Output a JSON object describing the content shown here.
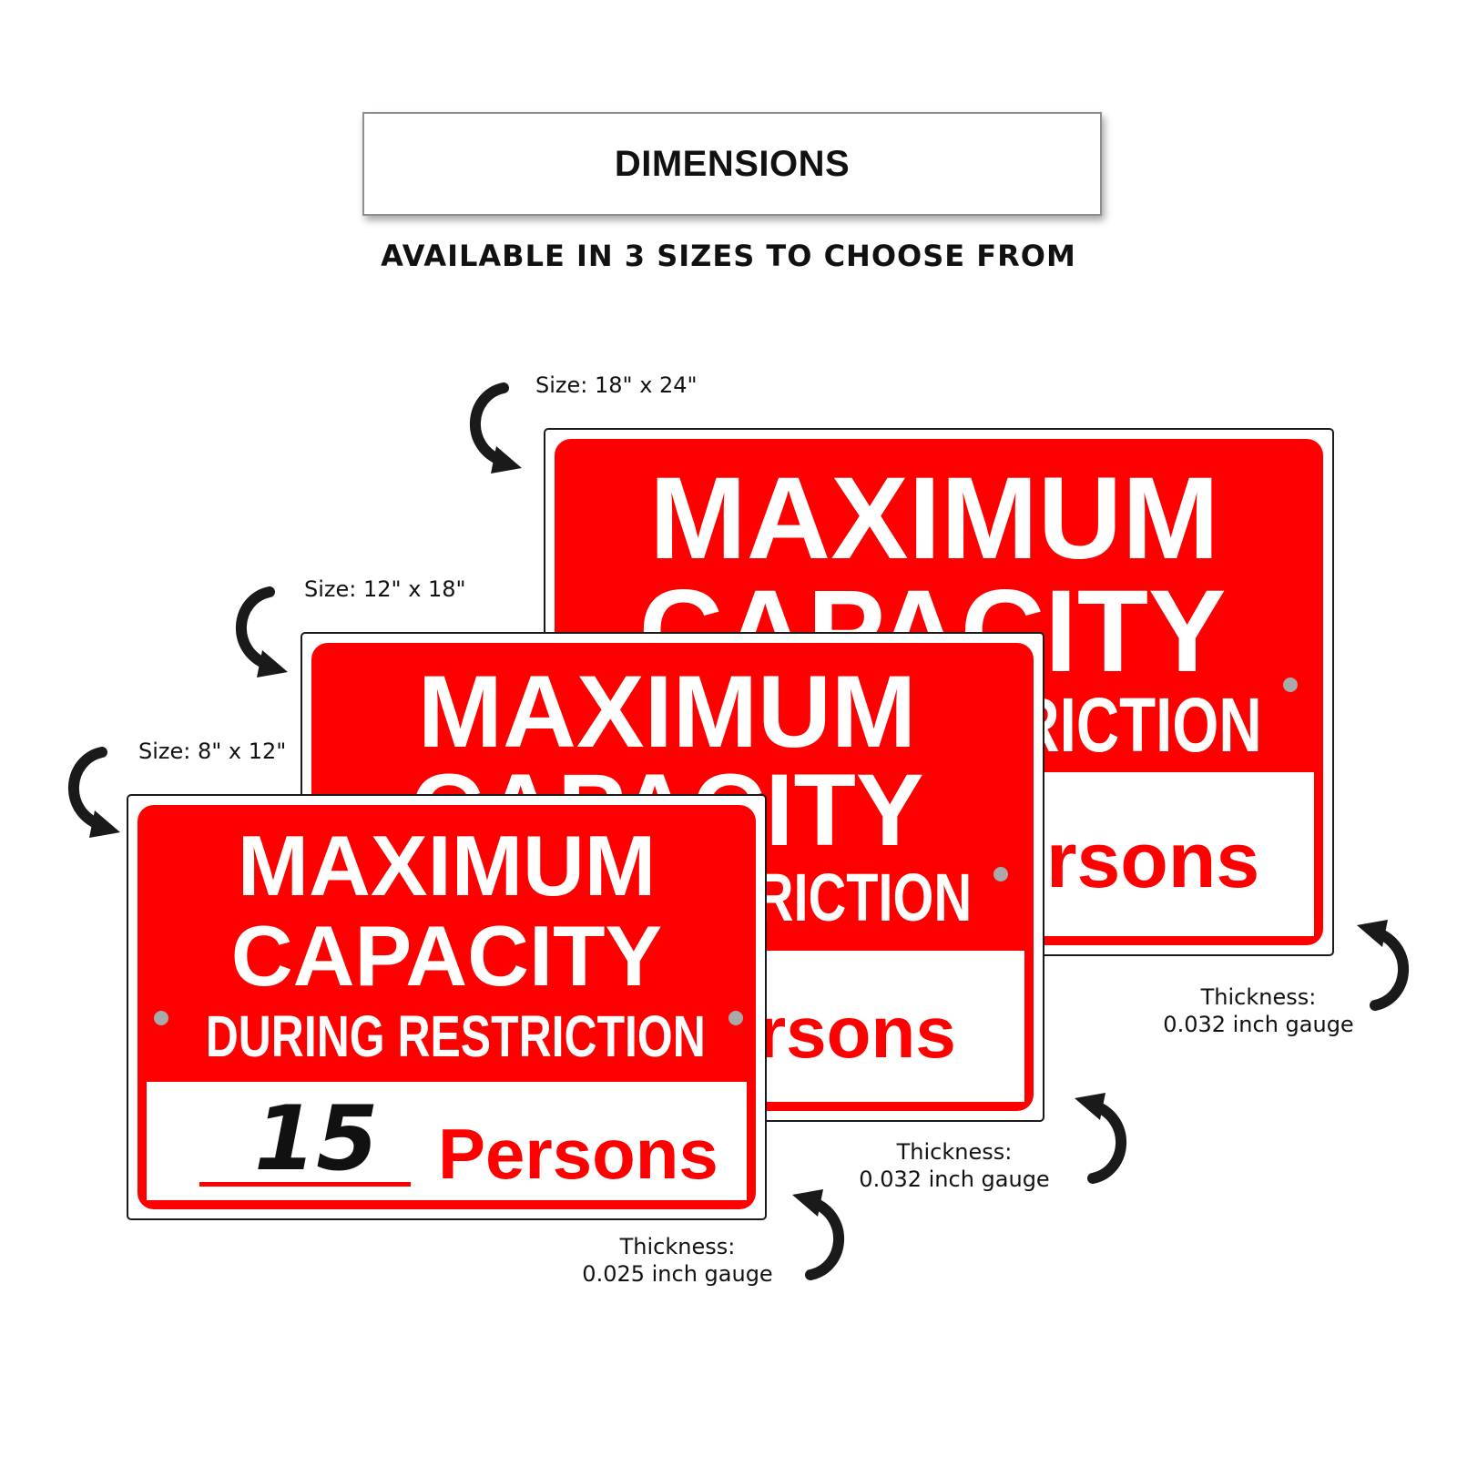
{
  "header": {
    "title": "DIMENSIONS",
    "subtitle": "AVAILABLE IN 3 SIZES TO CHOOSE FROM"
  },
  "signs": {
    "large": {
      "line1": "MAXIMUM",
      "line2": "CAPACITY",
      "line3": "RICTION",
      "persons": "rsons",
      "size_label": "Size: 18\" x 24\"",
      "thickness_label": "Thickness:",
      "thickness_value": "0.032 inch gauge"
    },
    "medium": {
      "line1": "MAXIMUM",
      "line2": "CAPACITY",
      "line3": "RICTION",
      "persons": "rsons",
      "size_label": "Size: 12\" x 18\"",
      "thickness_label": "Thickness:",
      "thickness_value": "0.032 inch gauge"
    },
    "small": {
      "line1": "MAXIMUM",
      "line2": "CAPACITY",
      "line3": "DURING RESTRICTION",
      "number": "15",
      "persons": "Persons",
      "size_label": "Size: 8\" x 12\"",
      "thickness_label": "Thickness:",
      "thickness_value": "0.025 inch gauge"
    }
  },
  "colors": {
    "sign_red": "#ff0000",
    "sign_white": "#ffffff",
    "hole_gray": "#a9a9a9",
    "arrow_dark": "#1a1a1a"
  },
  "icons": {
    "pointer": "curved-arrow-icon"
  }
}
